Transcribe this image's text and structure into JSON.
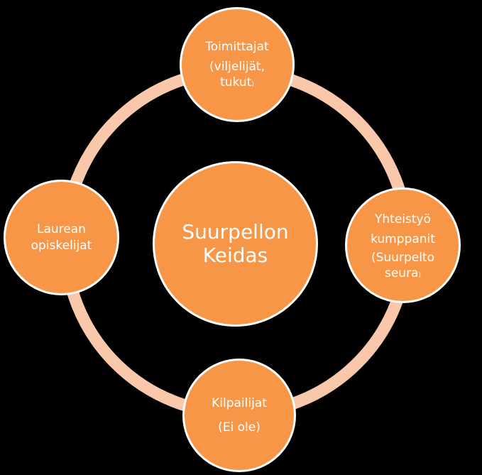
{
  "diagram": {
    "colors": {
      "background": "#000000",
      "node_fill": "#F79646",
      "node_border": "#FFFFFF",
      "ring": "#F9C8AB",
      "text": "#FFFFFF"
    },
    "center": {
      "line1": "Suurpellon",
      "line2": "Keidas"
    },
    "top": {
      "line1": "Toimittajat",
      "line2": "(viljelijät,",
      "line3": "tukut",
      "line3_suffix": ")"
    },
    "right": {
      "line1": "Yhteistyö",
      "line2": "kumppanit",
      "line3": "(Suurpelto",
      "line4": "seura",
      "line4_suffix": ")"
    },
    "bottom": {
      "line1": "Kilpailijat",
      "line2": "(Ei ole)"
    },
    "left": {
      "line1": "Laurean",
      "line2": "opiskelijat"
    }
  }
}
